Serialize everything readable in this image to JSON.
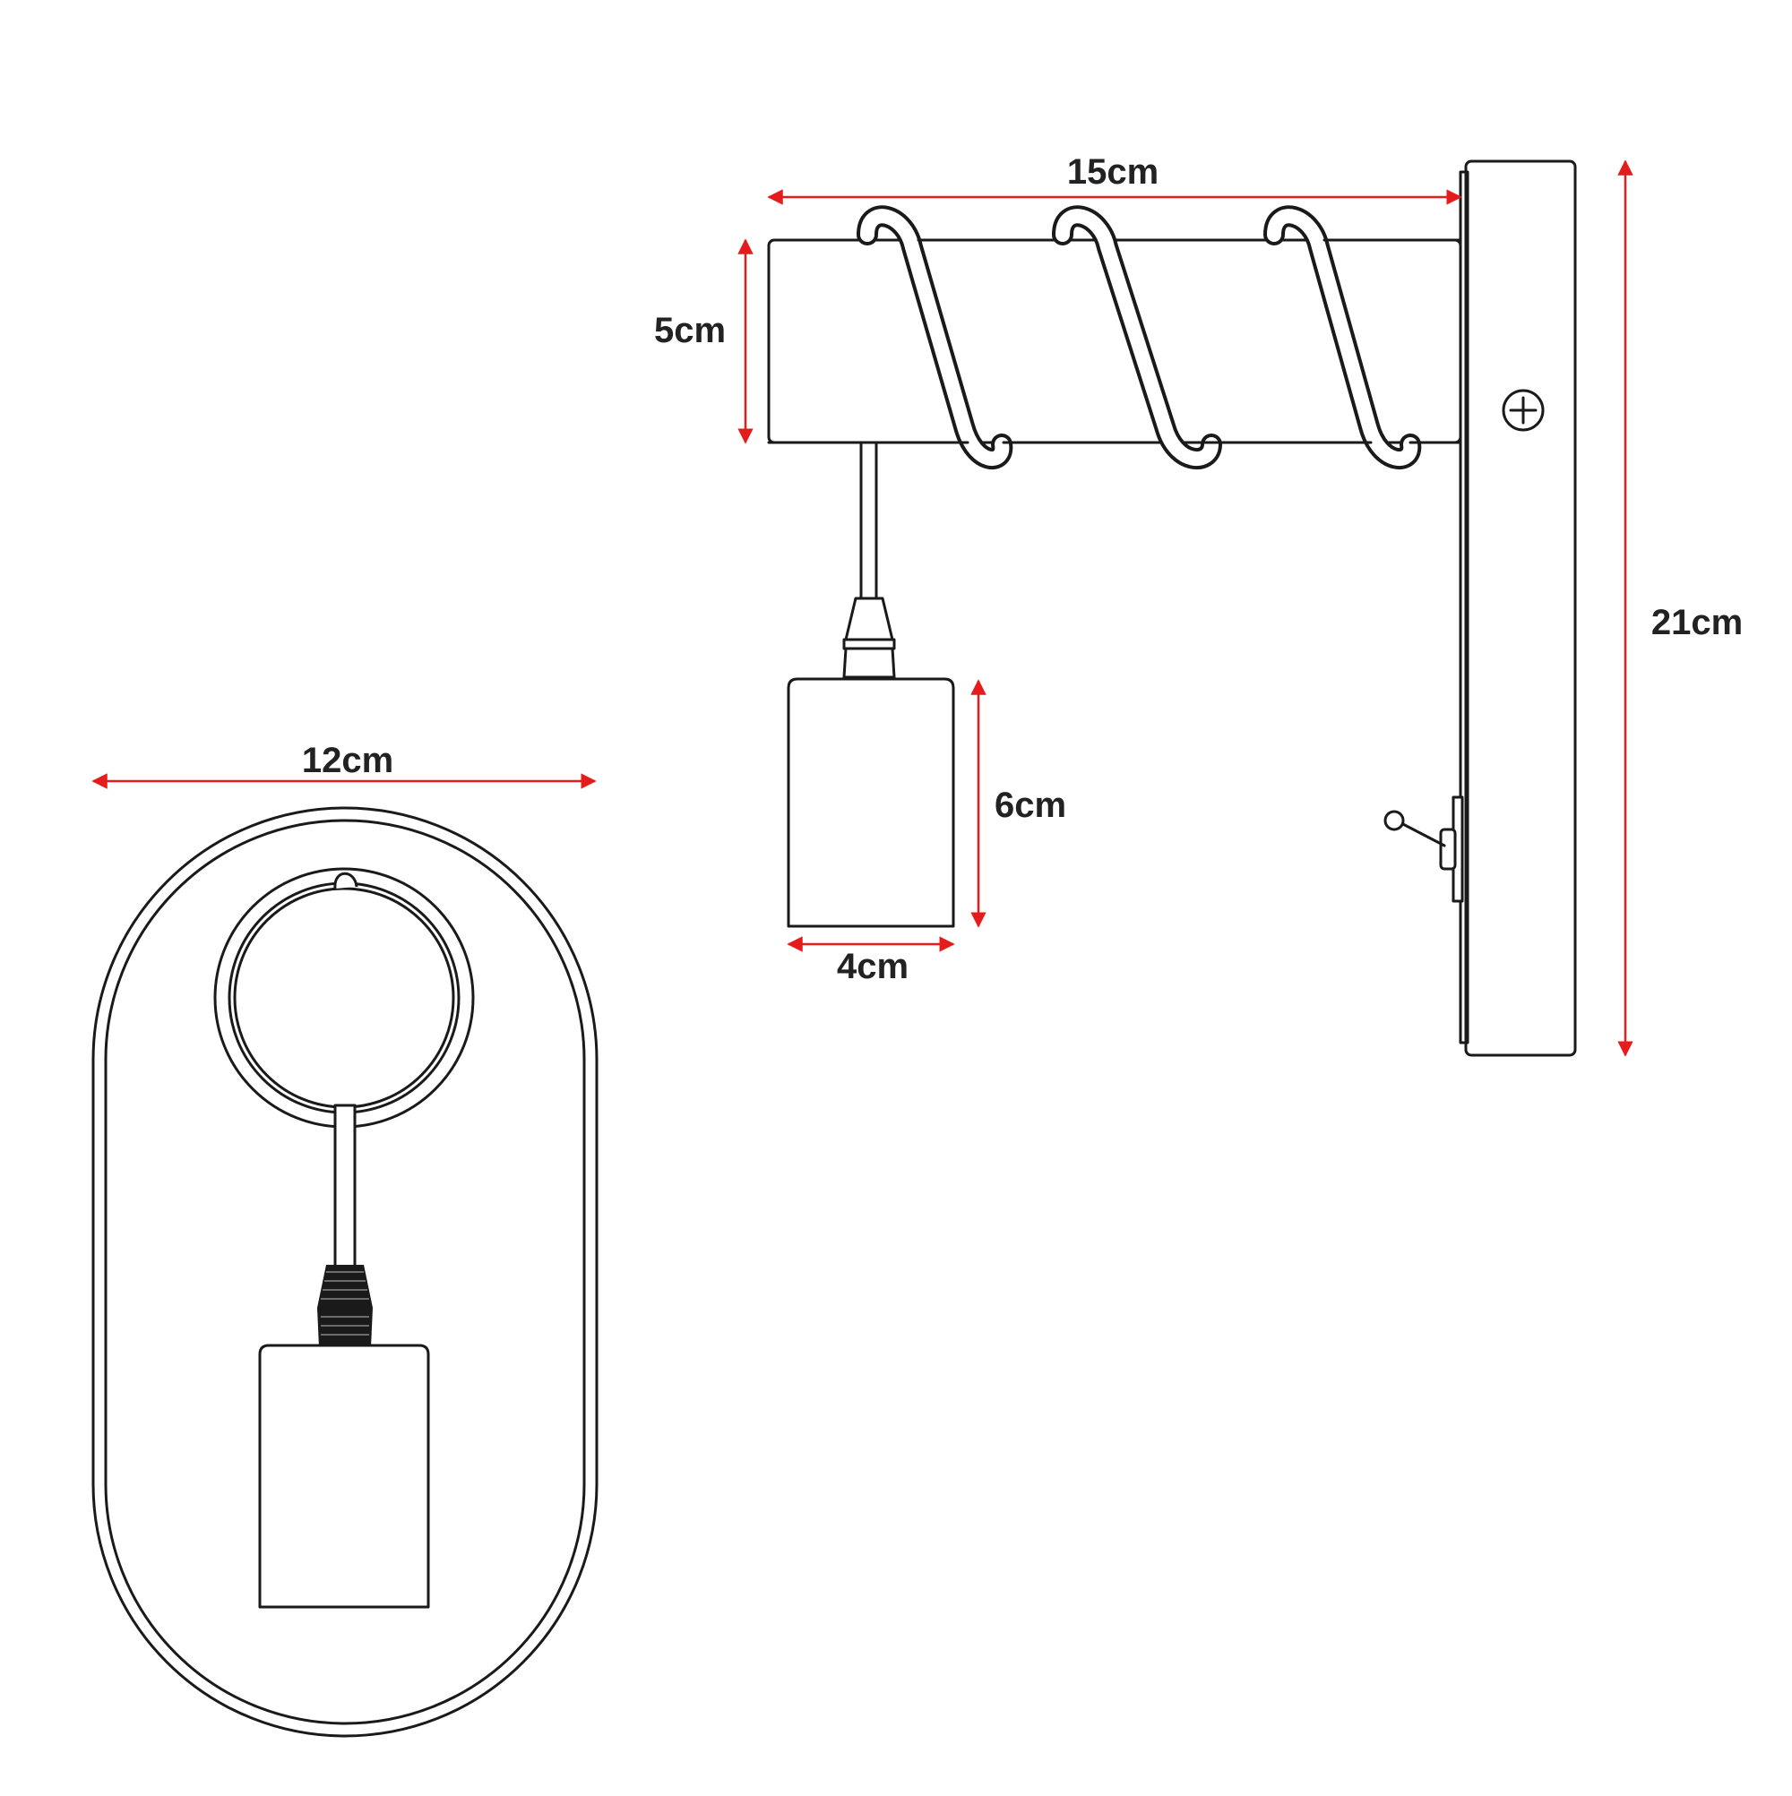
{
  "dimensions": {
    "arm_length": "15cm",
    "arm_height": "5cm",
    "backplate_height": "21cm",
    "socket_height": "6cm",
    "socket_width": "4cm",
    "front_width": "12cm"
  },
  "colors": {
    "dimension_line": "#e51c1c",
    "outline": "#1a1a1a",
    "label": "#222222",
    "background": "#ffffff"
  }
}
